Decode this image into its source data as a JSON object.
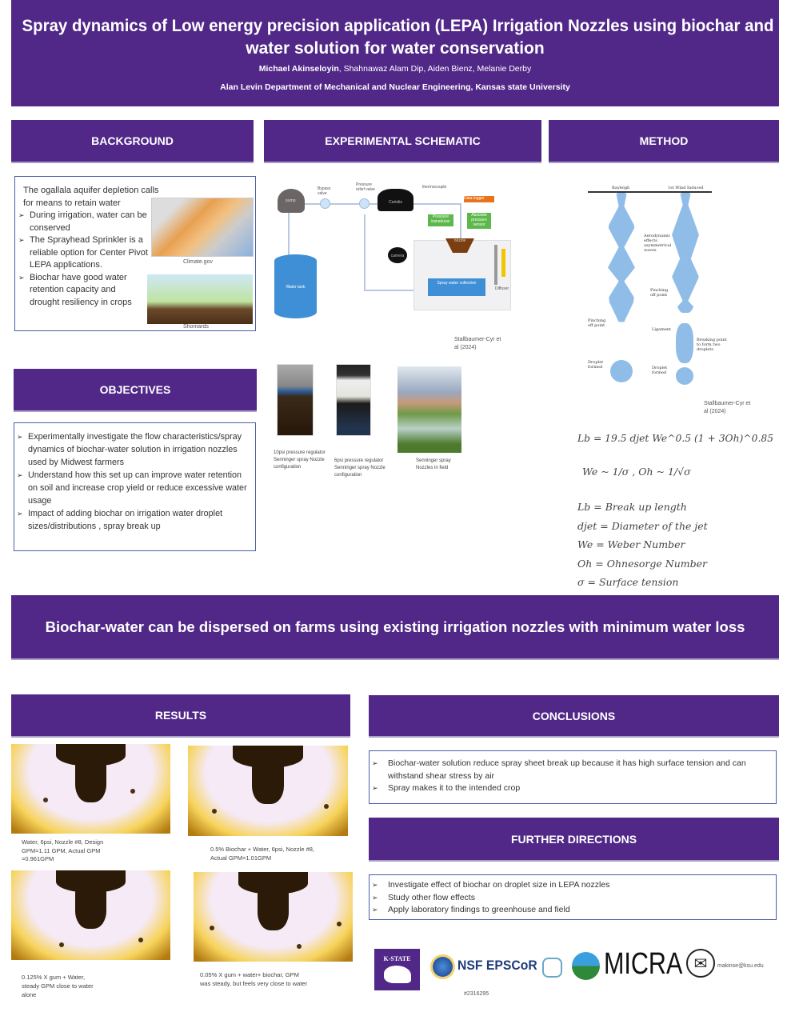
{
  "header": {
    "title_line1": "Spray dynamics of Low energy precision application (LEPA)  Irrigation Nozzles using biochar and",
    "title_line2": "water solution for water conservation",
    "authors_lead": "Michael Akinseloyin",
    "authors_rest": ", Shahnawaz Alam Dip, Aiden Bienz,  Melanie Derby",
    "affiliation": "Alan Levin Department of Mechanical and Nuclear Engineering, Kansas state University"
  },
  "sections": {
    "background": "BACKGROUND",
    "schematic": "EXPERIMENTAL SCHEMATIC",
    "method": "METHOD",
    "objectives": "OBJECTIVES",
    "results": "RESULTS",
    "conclusions": "CONCLUSIONS",
    "further": "FURTHER DIRECTIONS"
  },
  "background": {
    "intro": "The ogallala aquifer depletion calls for means to retain water",
    "bullets": [
      "During irrigation, water can be conserved",
      "The Sprayhead Sprinkler is a reliable option for Center Pivot LEPA applications.",
      "Biochar have good water retention capacity and drought resiliency in crops"
    ],
    "map_credit": "Climate.gov",
    "biochar_credit": "Shomards"
  },
  "objectives": [
    "Experimentally investigate the flow characteristics/spray dynamics of biochar-water solution in irrigation nozzles used by Midwest farmers",
    "Understand how this set up can improve water retention on soil and increase crop yield or reduce excessive water usage",
    "Impact of adding biochar  on irrigation water droplet sizes/distributions , spray break up"
  ],
  "schematic": {
    "labels": {
      "pump": "pump",
      "bypass": "Bypass valve",
      "relief": "Pressure relief valve",
      "coriolis": "Coriolis",
      "thermo": "thermocouple",
      "tank": "Water tank",
      "camera": "camera",
      "nozzle": "nozzle",
      "collector": "Spray water collection",
      "diffuser": "Diffuser",
      "sensor1": "Pressure transducer",
      "sensor2": "Absolute pressure sensor",
      "orange": "Data logger"
    },
    "citation": "Stallbaumer-Cyr et al (2024)",
    "photos": [
      {
        "caption": "10psi pressure regulator Senninger spray Nozzle configuration"
      },
      {
        "caption": "6psi pressure regulator Senninger spray Nozzle configuration"
      },
      {
        "caption": "Senninger spray Nozzles in field"
      }
    ]
  },
  "method": {
    "figure_labels": {
      "rayleigh": "Rayleigh",
      "wind": "1st Wind Induced",
      "aero": "Aerodynamic effects asymmetrical waves",
      "pinch1": "Pinching off point",
      "pinch2": "Pinching off point",
      "ligament": "Ligament",
      "breaking": "Breaking point to form two droplets",
      "droplet1": "Droplet formed",
      "droplet2": "Droplet formed"
    },
    "citation": "Stallbaumer-Cyr et al (2024)",
    "equation": "Lb = 19.5 djet We^0.5 (1 + 3Oh)^0.85",
    "proportional": "We ~ 1/σ , Oh ~ 1/√σ",
    "definitions": [
      "Lb = Break up length",
      "djet = Diameter of the jet",
      "We = Weber Number",
      "Oh = Ohnesorge Number",
      "σ = Surface tension"
    ]
  },
  "banner": "Biochar-water can be dispersed on farms using existing irrigation nozzles with minimum water loss",
  "results": [
    {
      "caption": "Water, 6psi, Nozzle #8, Design GPM=1.11 GPM, Actual GPM =0.961GPM"
    },
    {
      "caption": "0.5% Biochar + Water, 6psi, Nozzle #8, Actual GPM=1.01GPM"
    },
    {
      "caption": "0.125% X gum + Water, steady GPM close to water alone"
    },
    {
      "caption": "0.05% X gum + water+ biochar, GPM was steady, but feels very close to water"
    }
  ],
  "conclusions": [
    "Biochar-water solution reduce spray sheet break up because it has high surface tension and can withstand shear stress by air",
    "Spray makes it to the intended crop"
  ],
  "further": [
    "Investigate effect of biochar on droplet size in LEPA nozzles",
    "Study other flow effects",
    "Apply laboratory findings to greenhouse and field"
  ],
  "logos": {
    "kstate": "K-STATE",
    "nsf": "NSF EPSCoR",
    "grant": "#2316295",
    "micra": "MICRA",
    "email": "makinse@ksu.edu"
  },
  "colors": {
    "purple": "#512888",
    "water": "#4a90d9"
  }
}
